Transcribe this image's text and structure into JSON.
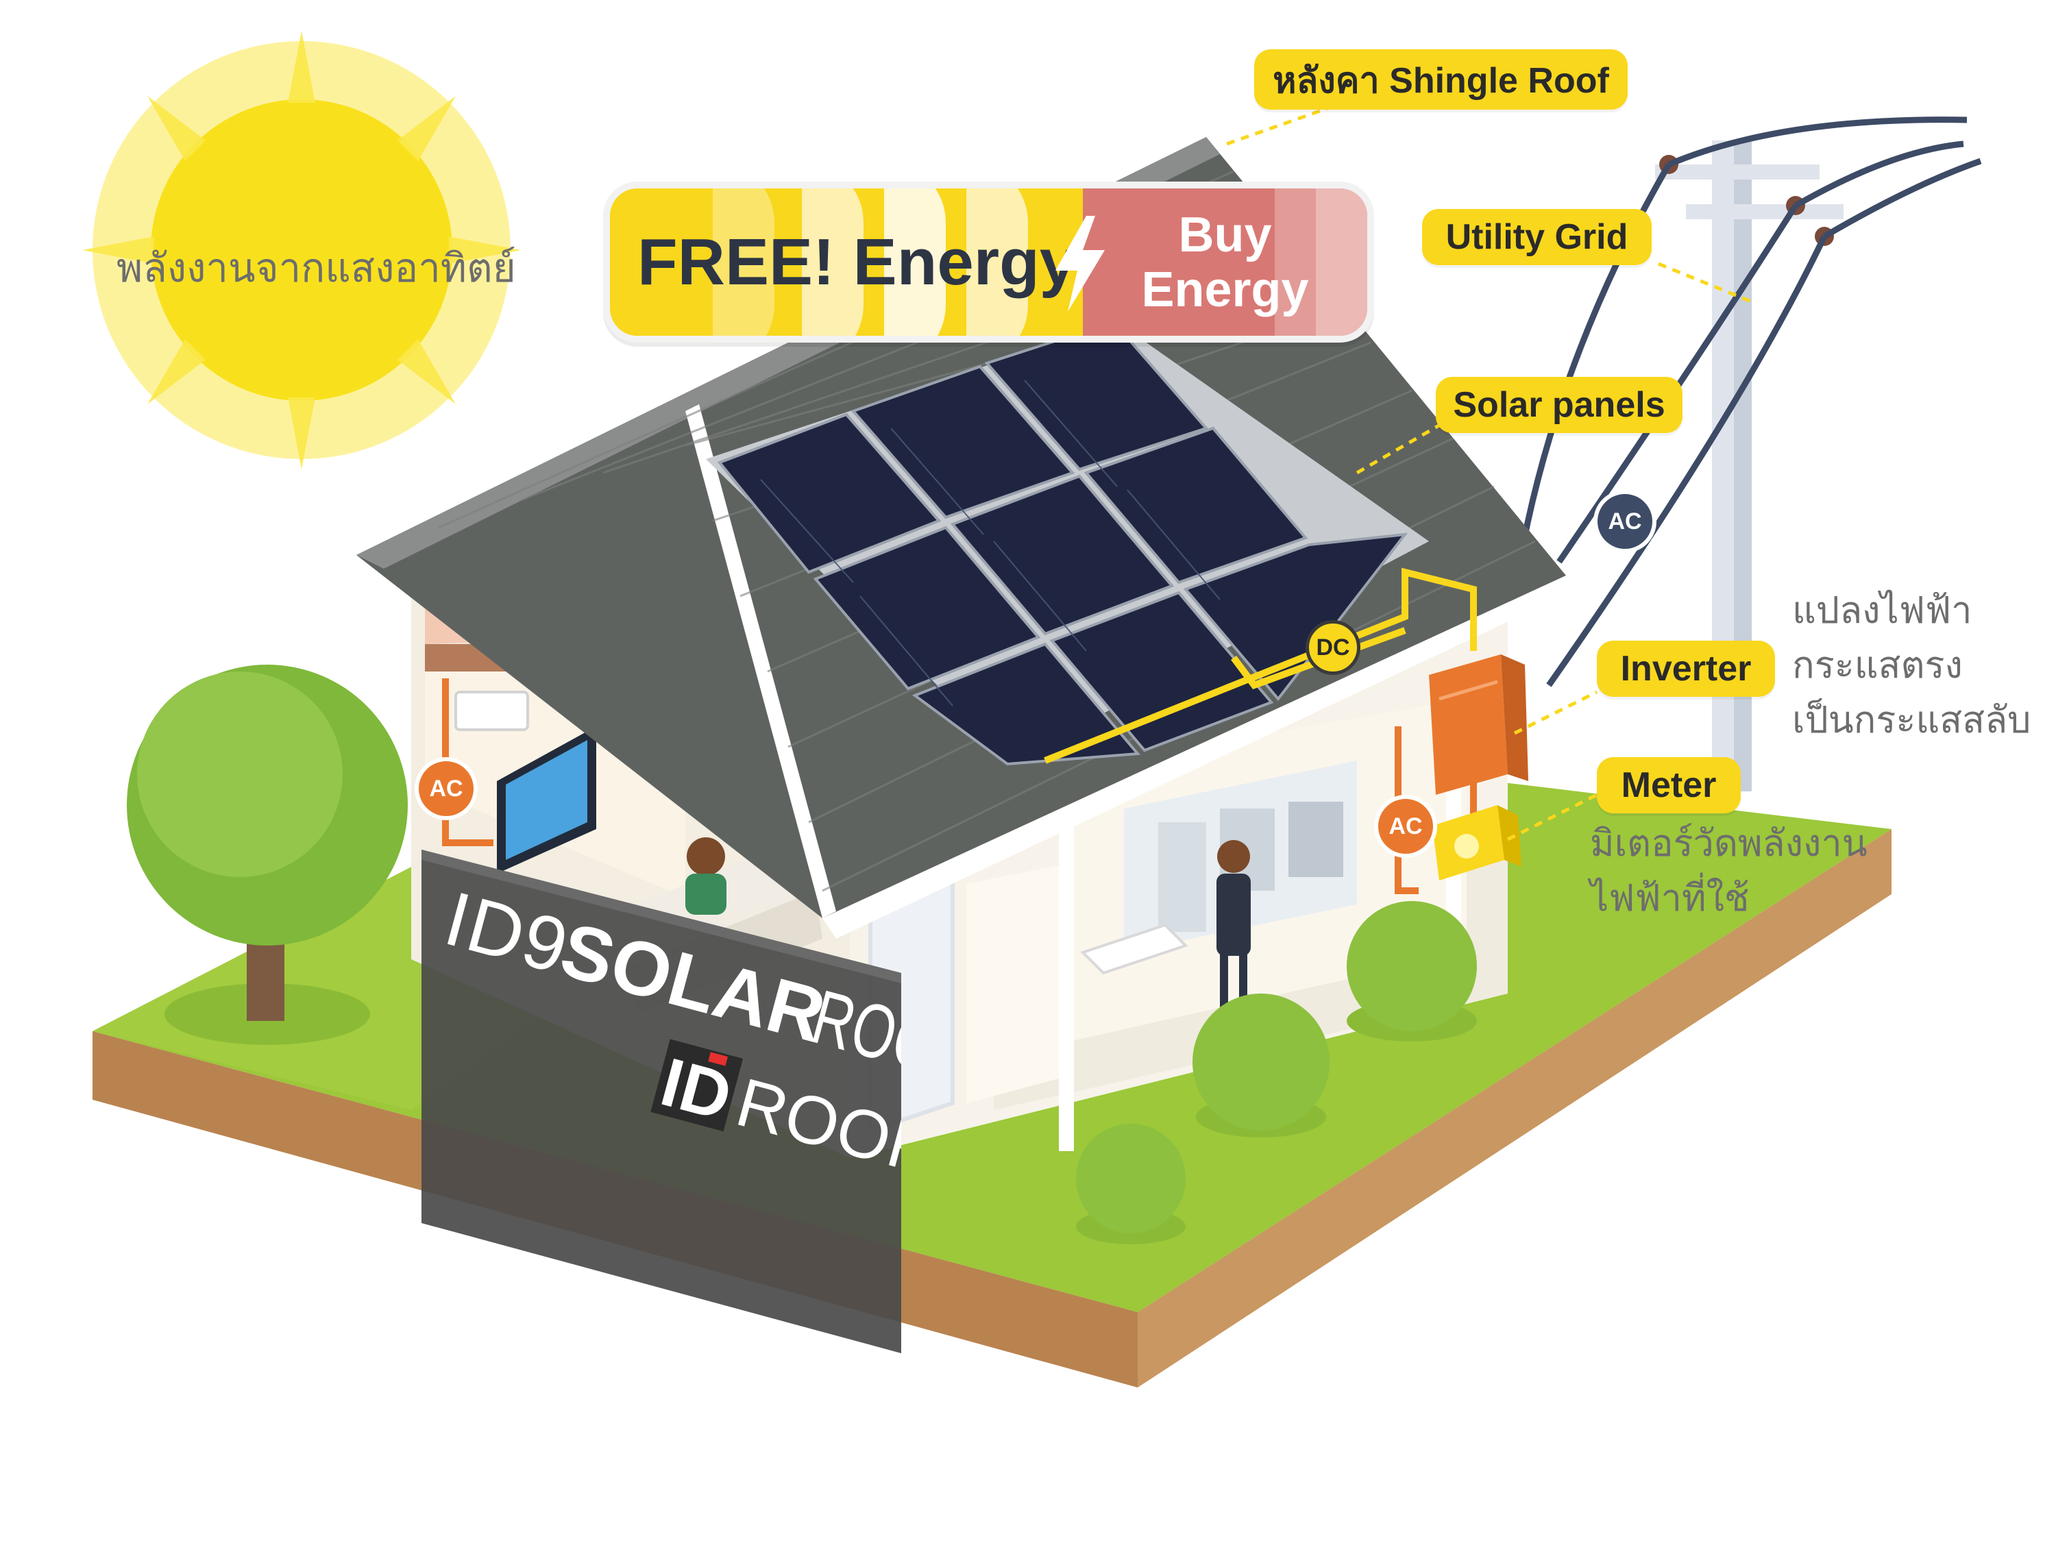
{
  "sun_caption": "พลังงานจากแสงอาทิตย์",
  "energy_banner": {
    "free": "FREE! Energy",
    "buy_line1": "Buy",
    "buy_line2": "Energy"
  },
  "labels": {
    "shingle_roof": "หลังคา Shingle Roof",
    "utility_grid": "Utility Grid",
    "solar_panels": "Solar panels",
    "inverter": "Inverter",
    "meter": "Meter"
  },
  "inverter_note": [
    "แปลงไฟฟ้า",
    "กระแสตรง",
    "เป็นกระแสสลับ"
  ],
  "meter_note": [
    "มิเตอร์วัดพลังงาน",
    "ไฟฟ้าที่ใช้"
  ],
  "badges": {
    "ac": "AC",
    "dc": "DC"
  },
  "brand": {
    "name_light": "ID9",
    "name_bold": "SOLAR",
    "name_end": "ROOF",
    "logo_mark": "ID",
    "logo_word": "ROOF"
  },
  "colors": {
    "accent_yellow": "#f9d71c",
    "buy_red": "#d87874",
    "grass": "#9cc83a",
    "soil": "#b9834f",
    "panel_blue": "#1f2540",
    "roof_gray": "#5f6360",
    "ac_orange": "#e9782e"
  }
}
